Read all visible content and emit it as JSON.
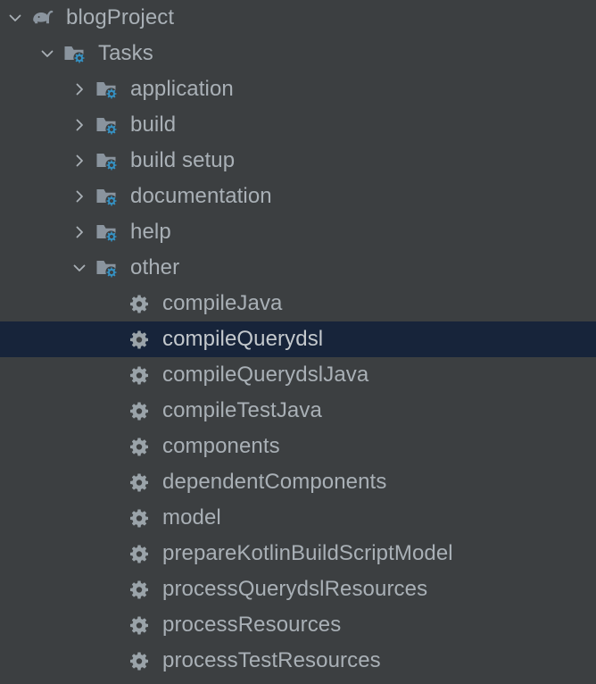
{
  "panel": {
    "name": "gradle-tasks-tree",
    "background_color": "#3c3f41",
    "text_color": "#a9b0b6",
    "selection_color": "#17243a",
    "folder_icon_color": "#8a949e",
    "gear_accent_color": "#3592c4",
    "gear_icon_color": "#9aa3a9"
  },
  "tree": {
    "nodes": [
      {
        "label": "blogProject",
        "depth": 0,
        "icon": "gradle-elephant-icon",
        "twisty": "chevron-down-icon",
        "expanded": true,
        "selected": false
      },
      {
        "label": "Tasks",
        "depth": 1,
        "icon": "folder-gear-icon",
        "twisty": "chevron-down-icon",
        "expanded": true,
        "selected": false
      },
      {
        "label": "application",
        "depth": 2,
        "icon": "folder-gear-icon",
        "twisty": "chevron-right-icon",
        "expanded": false,
        "selected": false
      },
      {
        "label": "build",
        "depth": 2,
        "icon": "folder-gear-icon",
        "twisty": "chevron-right-icon",
        "expanded": false,
        "selected": false
      },
      {
        "label": "build setup",
        "depth": 2,
        "icon": "folder-gear-icon",
        "twisty": "chevron-right-icon",
        "expanded": false,
        "selected": false
      },
      {
        "label": "documentation",
        "depth": 2,
        "icon": "folder-gear-icon",
        "twisty": "chevron-right-icon",
        "expanded": false,
        "selected": false
      },
      {
        "label": "help",
        "depth": 2,
        "icon": "folder-gear-icon",
        "twisty": "chevron-right-icon",
        "expanded": false,
        "selected": false
      },
      {
        "label": "other",
        "depth": 2,
        "icon": "folder-gear-icon",
        "twisty": "chevron-down-icon",
        "expanded": true,
        "selected": false
      },
      {
        "label": "compileJava",
        "depth": 3,
        "icon": "gear-icon",
        "twisty": "none",
        "expanded": false,
        "selected": false
      },
      {
        "label": "compileQuerydsl",
        "depth": 3,
        "icon": "gear-icon",
        "twisty": "none",
        "expanded": false,
        "selected": true
      },
      {
        "label": "compileQuerydslJava",
        "depth": 3,
        "icon": "gear-icon",
        "twisty": "none",
        "expanded": false,
        "selected": false
      },
      {
        "label": "compileTestJava",
        "depth": 3,
        "icon": "gear-icon",
        "twisty": "none",
        "expanded": false,
        "selected": false
      },
      {
        "label": "components",
        "depth": 3,
        "icon": "gear-icon",
        "twisty": "none",
        "expanded": false,
        "selected": false
      },
      {
        "label": "dependentComponents",
        "depth": 3,
        "icon": "gear-icon",
        "twisty": "none",
        "expanded": false,
        "selected": false
      },
      {
        "label": "model",
        "depth": 3,
        "icon": "gear-icon",
        "twisty": "none",
        "expanded": false,
        "selected": false
      },
      {
        "label": "prepareKotlinBuildScriptModel",
        "depth": 3,
        "icon": "gear-icon",
        "twisty": "none",
        "expanded": false,
        "selected": false
      },
      {
        "label": "processQuerydslResources",
        "depth": 3,
        "icon": "gear-icon",
        "twisty": "none",
        "expanded": false,
        "selected": false
      },
      {
        "label": "processResources",
        "depth": 3,
        "icon": "gear-icon",
        "twisty": "none",
        "expanded": false,
        "selected": false
      },
      {
        "label": "processTestResources",
        "depth": 3,
        "icon": "gear-icon",
        "twisty": "none",
        "expanded": false,
        "selected": false
      }
    ]
  }
}
